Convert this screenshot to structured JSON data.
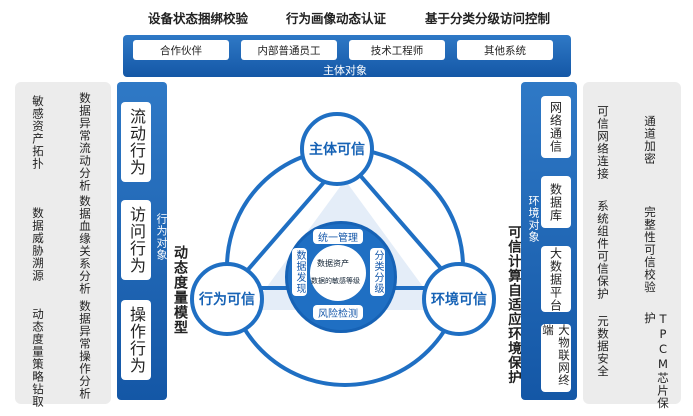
{
  "top_titles": [
    "设备状态捆绑校验",
    "行为画像动态认证",
    "基于分类分级访问控制"
  ],
  "subjects": {
    "items": [
      "合作伙伴",
      "内部普通员工",
      "技术工程师",
      "其他系统"
    ],
    "label": "主体对象"
  },
  "left_gray": {
    "col1": [
      "敏感资产拓扑",
      "数据威胁溯源",
      "动态度量策略钻取"
    ],
    "col2": [
      "数据异常流动分析",
      "数据血缘关系分析",
      "数据异常操作分析"
    ]
  },
  "behavior": {
    "items": [
      "流动行为",
      "访问行为",
      "操作行为"
    ],
    "label": "行为对象"
  },
  "model_label": "动态度量模型",
  "env": {
    "items": [
      "网络通信",
      "数据库",
      "大数据平台",
      "大物联网终端"
    ],
    "label": "环境对象"
  },
  "adaptive_label": "可信计算自适应环境保护",
  "right_gray": {
    "col1": [
      "可信网络连接",
      "系统组件可信保护",
      "元数据安全"
    ],
    "col2": [
      "通道加密",
      "完整性可信校验",
      "TPCM芯片保护"
    ]
  },
  "center": {
    "subject_trust": "主体可信",
    "behavior_trust": "行为可信",
    "env_trust": "环境可信",
    "unified": "统一管理",
    "discovery": "数据发现",
    "classify": "分类分级",
    "risk": "风险检测",
    "asset_line1": "数据资产",
    "asset_line2": "数据的敏感等级"
  },
  "colors": {
    "primary_blue": "#1f6fc3",
    "dark_blue": "#1457a6",
    "gray_panel": "#ececec"
  }
}
